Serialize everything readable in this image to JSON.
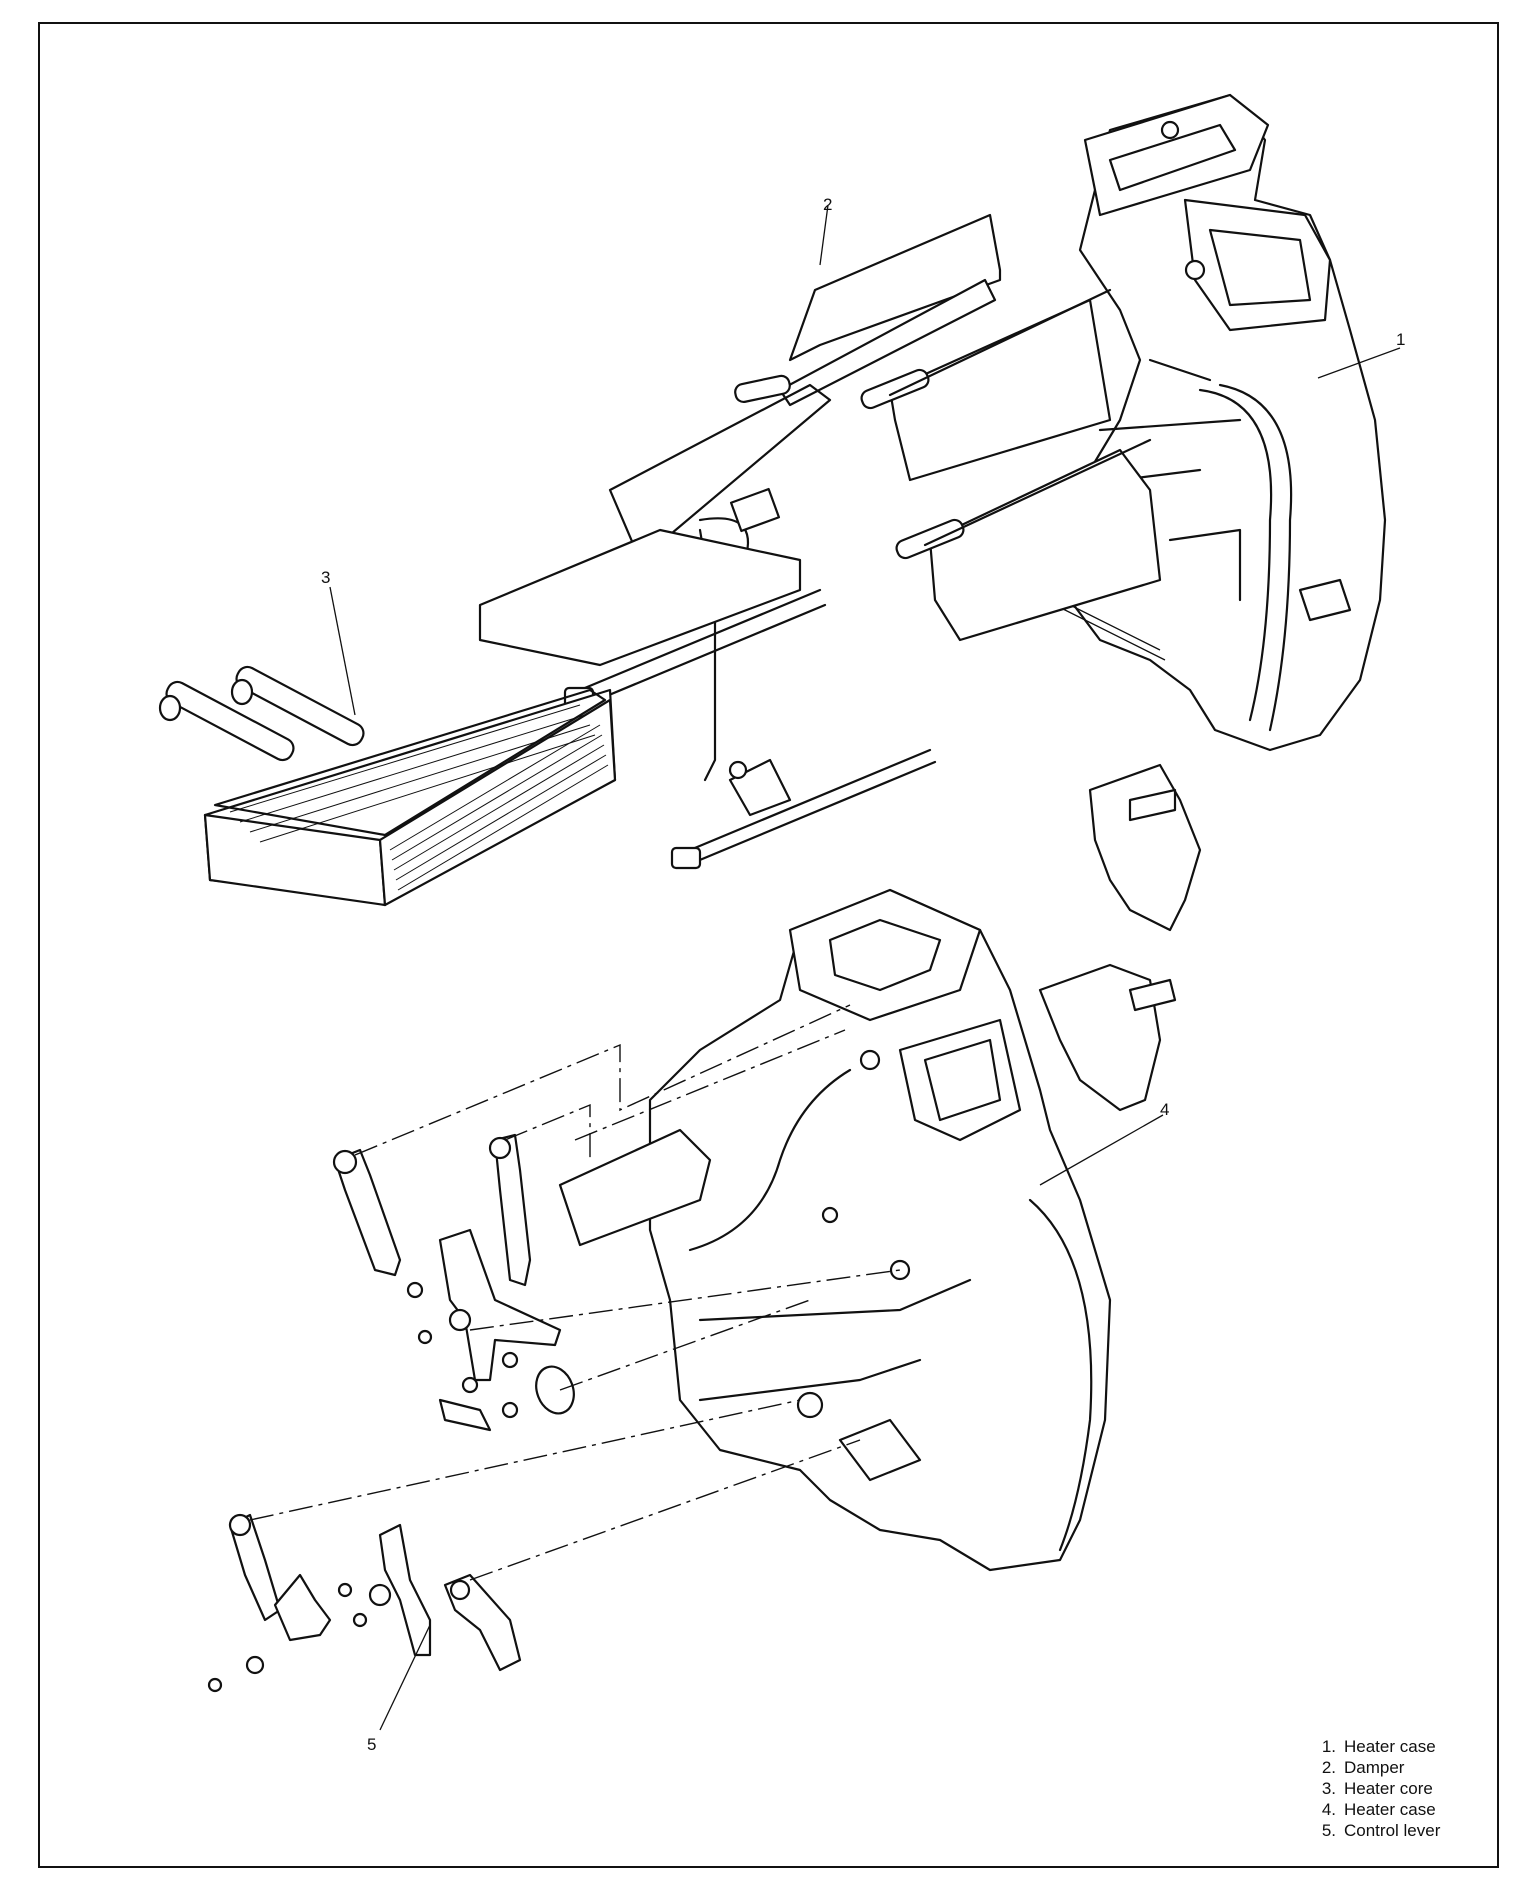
{
  "callouts": {
    "c1": "1",
    "c2": "2",
    "c3": "3",
    "c4": "4",
    "c5": "5"
  },
  "legend": [
    {
      "num": "1.",
      "label": "Heater case"
    },
    {
      "num": "2.",
      "label": "Damper"
    },
    {
      "num": "3.",
      "label": "Heater core"
    },
    {
      "num": "4.",
      "label": "Heater case"
    },
    {
      "num": "5.",
      "label": "Control lever"
    }
  ]
}
